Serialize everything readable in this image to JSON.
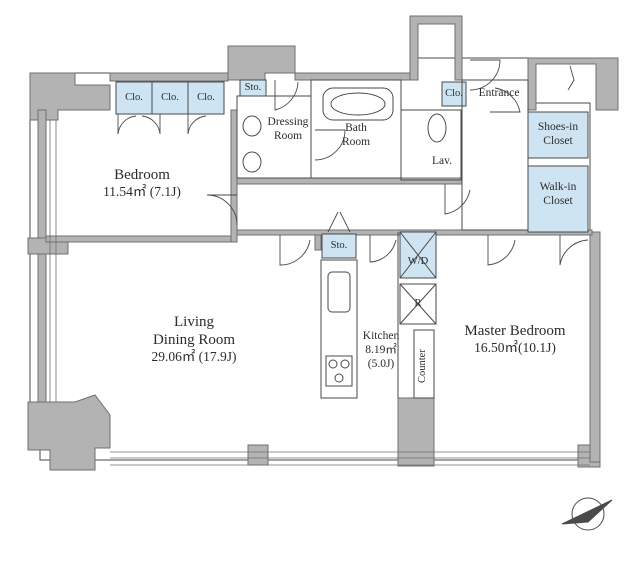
{
  "plan": {
    "rooms": {
      "bedroom": {
        "name": "Bedroom",
        "area": "11.54㎡ (7.1J)"
      },
      "ldk": {
        "name_line1": "Living",
        "name_line2": "Dining Room",
        "area": "29.06㎡ (17.9J)"
      },
      "kitchen": {
        "name": "Kitchen",
        "area": "8.19㎡",
        "area_j": "(5.0J)"
      },
      "master": {
        "name": "Master Bedroom",
        "area": "16.50㎡(10.1J)"
      },
      "dressing": {
        "line1": "Dressing",
        "line2": "Room"
      },
      "bath": {
        "line1": "Bath",
        "line2": "Room"
      },
      "lav": "Lav.",
      "entrance": "Entrance",
      "shoes_in": {
        "line1": "Shoes-in",
        "line2": "Closet"
      },
      "walk_in": {
        "line1": "Walk-in",
        "line2": "Closet"
      }
    },
    "fixtures": {
      "clo": "Clo.",
      "sto": "Sto.",
      "wd": "W/D",
      "fridge": "R",
      "counter": "Counter"
    },
    "colors": {
      "wall": "#b3b3b3",
      "wall_edge": "#6f6f6f",
      "closet_fill": "#cfe4f2",
      "line": "#4a4a4a"
    },
    "compass": "north-arrow"
  }
}
